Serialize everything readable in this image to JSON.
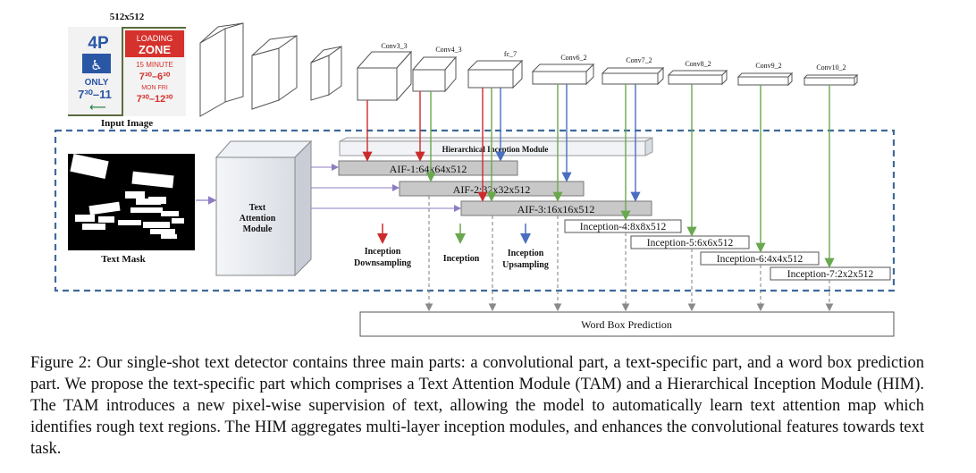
{
  "input": {
    "size_label": "512x512",
    "caption": "Input Image"
  },
  "sign": {
    "big": "4P",
    "zone_top": "LOADING",
    "zone_mid": "ZONE",
    "only": "ONLY",
    "time_left": "7³⁰–11",
    "minute": "15 MINUTE",
    "time_mid": "7³⁰–6³⁰",
    "days": "MON  FRI",
    "time_right": "7³⁰–12³⁰"
  },
  "layers": [
    "Conv3_3",
    "Conv4_3",
    "fc_7",
    "Conv6_2",
    "Conv7_2",
    "Conv8_2",
    "Conv9_2",
    "Conv10_2"
  ],
  "him_label": "Hierarchical Inception Module",
  "aif": [
    "AIF-1:64x64x512",
    "AIF-2:32x32x512",
    "AIF-3:16x16x512"
  ],
  "inception_boxes": [
    "Inception-4:8x8x512",
    "Inception-5:6x6x512",
    "Inception-6:4x4x512",
    "Inception-7:2x2x512"
  ],
  "tam": {
    "line1": "Text",
    "line2": "Attention",
    "line3": "Module"
  },
  "text_mask_label": "Text Mask",
  "legend": {
    "down1": "Inception",
    "down2": "Downsampling",
    "inception": "Inception",
    "up1": "Inception",
    "up2": "Upsampling"
  },
  "colors": {
    "down": "#cc2b2b",
    "inception": "#6aa84f",
    "up": "#4a6fbf",
    "dashed_box": "#3d6a9c"
  },
  "word_box": "Word Box Prediction",
  "caption": "Figure 2: Our single-shot text detector contains three main parts: a convolutional part, a text-specific part, and a word box prediction part. We propose the text-specific part which comprises a Text Attention Module (TAM) and a Hierarchical Inception Module (HIM). The TAM introduces a new pixel-wise supervision of text, allowing the model to automatically learn text attention map which identifies rough text regions. The HIM aggregates multi-layer inception modules, and enhances the convolutional features towards text task."
}
